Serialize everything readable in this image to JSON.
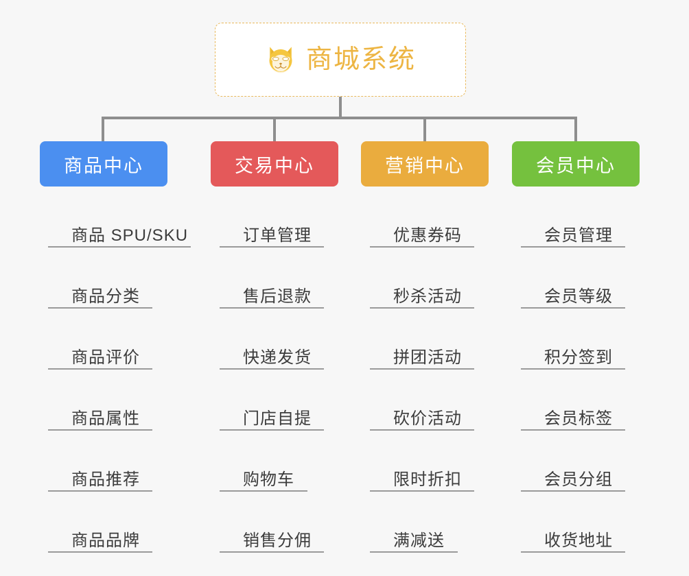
{
  "diagram": {
    "title": "商城系统",
    "root_icon": "shiba-dog-icon",
    "background_color": "#f7f7f7",
    "connector_color": "#8e8e8e",
    "root": {
      "label": "商城系统",
      "text_color": "#edb543",
      "border_color": "#e9b95c",
      "background_color": "#ffffff"
    },
    "branches": [
      {
        "label": "商品中心",
        "color": "#4b8ff0",
        "leaves": [
          "商品 SPU/SKU",
          "商品分类",
          "商品评价",
          "商品属性",
          "商品推荐",
          "商品品牌"
        ]
      },
      {
        "label": "交易中心",
        "color": "#e4595a",
        "leaves": [
          "订单管理",
          "售后退款",
          "快递发货",
          "门店自提",
          "购物车",
          "销售分佣"
        ]
      },
      {
        "label": "营销中心",
        "color": "#eaac3e",
        "leaves": [
          "优惠券码",
          "秒杀活动",
          "拼团活动",
          "砍价活动",
          "限时折扣",
          "满减送"
        ]
      },
      {
        "label": "会员中心",
        "color": "#75c13e",
        "leaves": [
          "会员管理",
          "会员等级",
          "积分签到",
          "会员标签",
          "会员分组",
          "收货地址"
        ]
      }
    ]
  }
}
